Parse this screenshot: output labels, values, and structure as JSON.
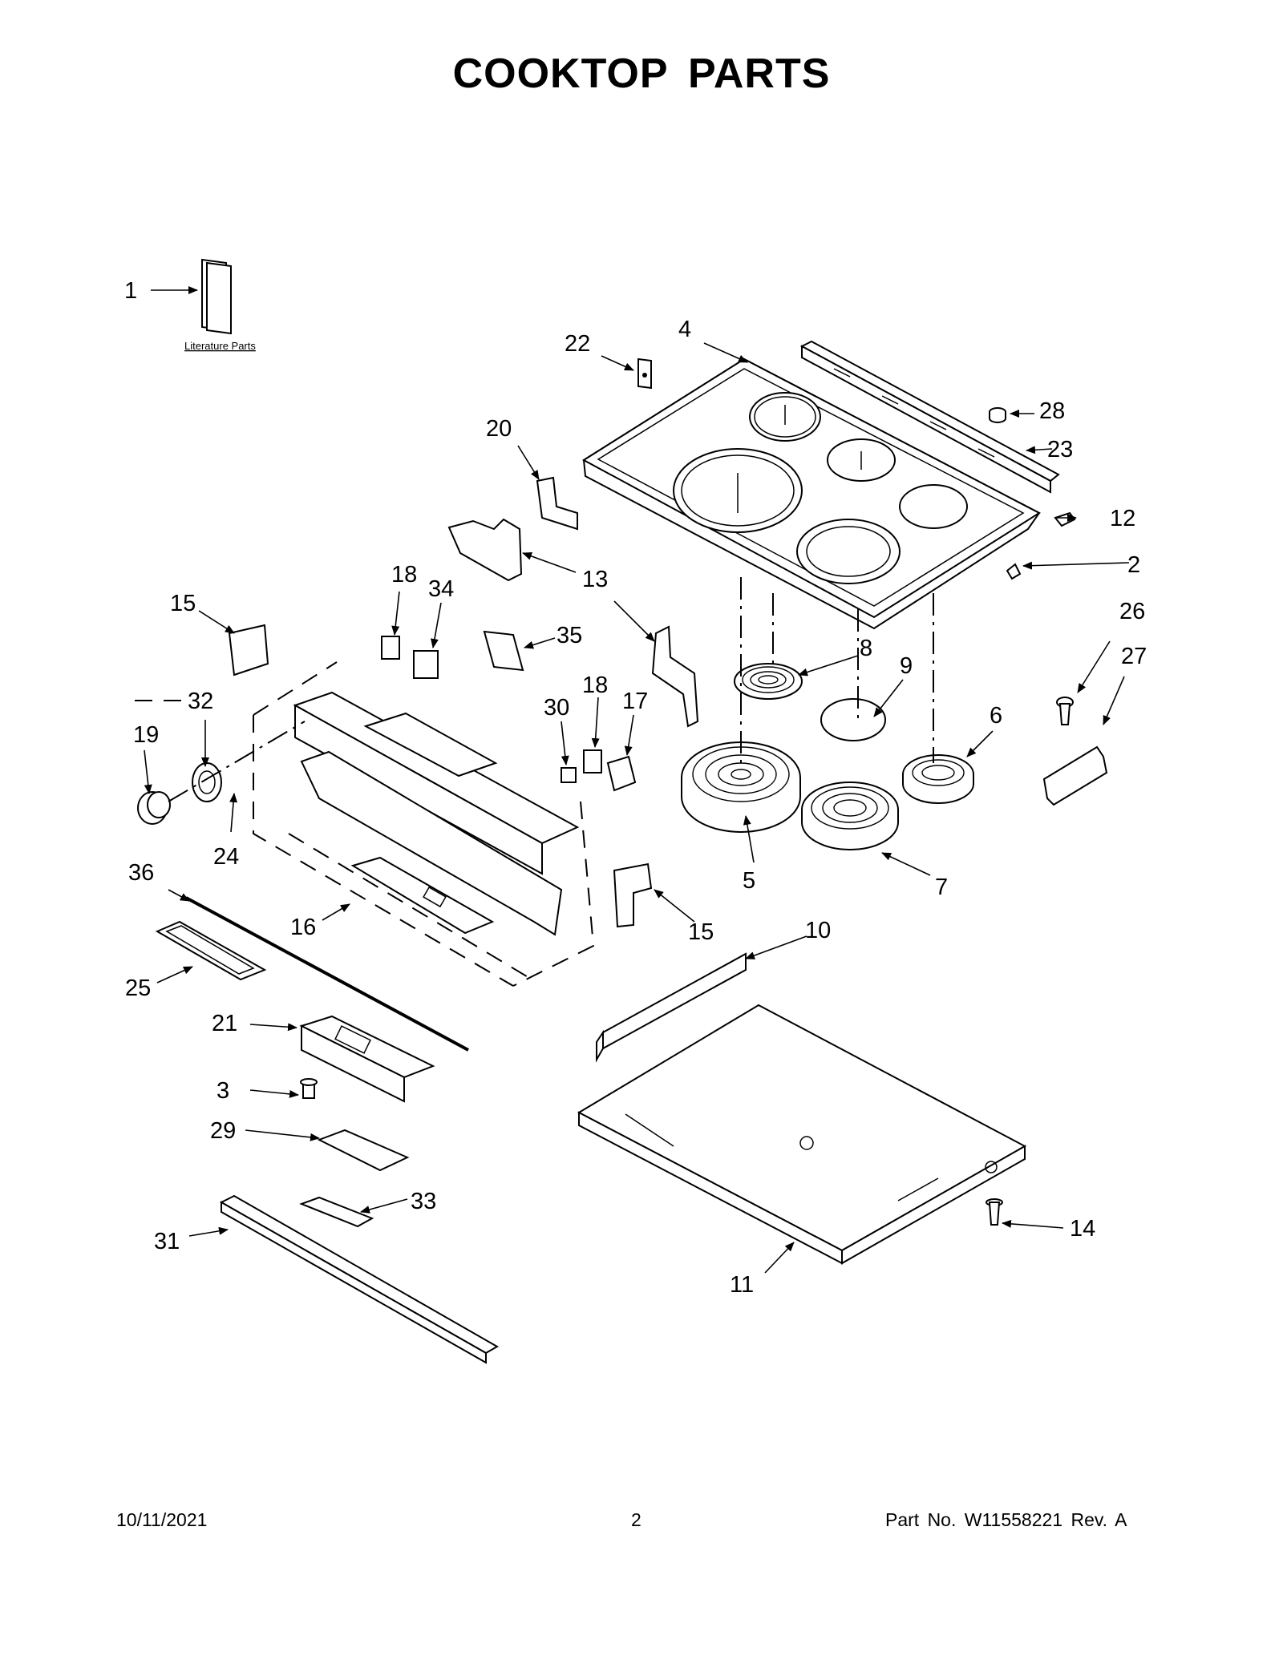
{
  "title": "COOKTOP  PARTS",
  "literature_label": "Literature Parts",
  "footer": {
    "date": "10/11/2021",
    "page": "2",
    "part_number": "Part No.  W11558221  Rev.  A"
  },
  "callouts": {
    "c1": "1",
    "c2": "2",
    "c3": "3",
    "c4": "4",
    "c5": "5",
    "c6": "6",
    "c7": "7",
    "c8": "8",
    "c9": "9",
    "c10": "10",
    "c11": "11",
    "c12": "12",
    "c13": "13",
    "c14": "14",
    "c15a": "15",
    "c15b": "15",
    "c16": "16",
    "c17": "17",
    "c18a": "18",
    "c18b": "18",
    "c19": "19",
    "c20": "20",
    "c21": "21",
    "c22": "22",
    "c23": "23",
    "c24": "24",
    "c25": "25",
    "c26": "26",
    "c27": "27",
    "c28": "28",
    "c29": "29",
    "c30": "30",
    "c31": "31",
    "c32": "32",
    "c33": "33",
    "c34": "34",
    "c35": "35",
    "c36": "36"
  }
}
